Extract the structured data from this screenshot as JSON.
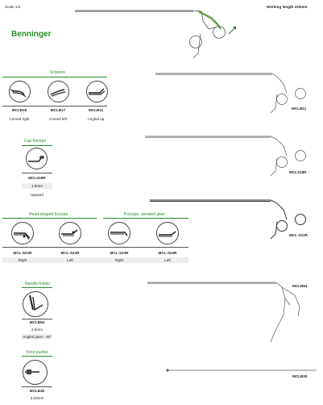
{
  "header": {
    "scale": "Scale 1/3",
    "working_length": "Working length 220mm"
  },
  "brand_title": "Benninger",
  "instrument_codes": [
    "MCLB11",
    "MCLS18R",
    "MCL-S22R",
    "MCLB94",
    "MCLB30"
  ],
  "sections": {
    "scissors": {
      "title": "Scissors",
      "items": [
        {
          "code": "MCLB16",
          "desc": "Curved right"
        },
        {
          "code": "MCLB17",
          "desc": "Curved left"
        },
        {
          "code": "MCLB11",
          "desc": "Angled up"
        }
      ]
    },
    "cup_forceps": {
      "title": "Cup forceps",
      "code": "MCLS18R",
      "size": "1.8mm",
      "desc": "Upward"
    },
    "heart_shaped": {
      "title": "Heart-shaped forceps",
      "items": [
        {
          "code": "MCL-S21R",
          "desc": "Right"
        },
        {
          "code": "MCL-S22R",
          "desc": "Left"
        }
      ]
    },
    "serrated": {
      "title": "Forceps, serrated jaws",
      "items": [
        {
          "code": "MCL-S23R",
          "desc": "Right"
        },
        {
          "code": "MCL-S24R",
          "desc": "Left"
        }
      ]
    },
    "needle_holder": {
      "title": "Needle-holder",
      "code": "MCLB94",
      "size": "2.8mm",
      "desc": "Angled jaws - 45°"
    },
    "knot_pusher": {
      "title": "Knot pusher",
      "code": "MCLB30",
      "size": "2.50mm"
    }
  }
}
